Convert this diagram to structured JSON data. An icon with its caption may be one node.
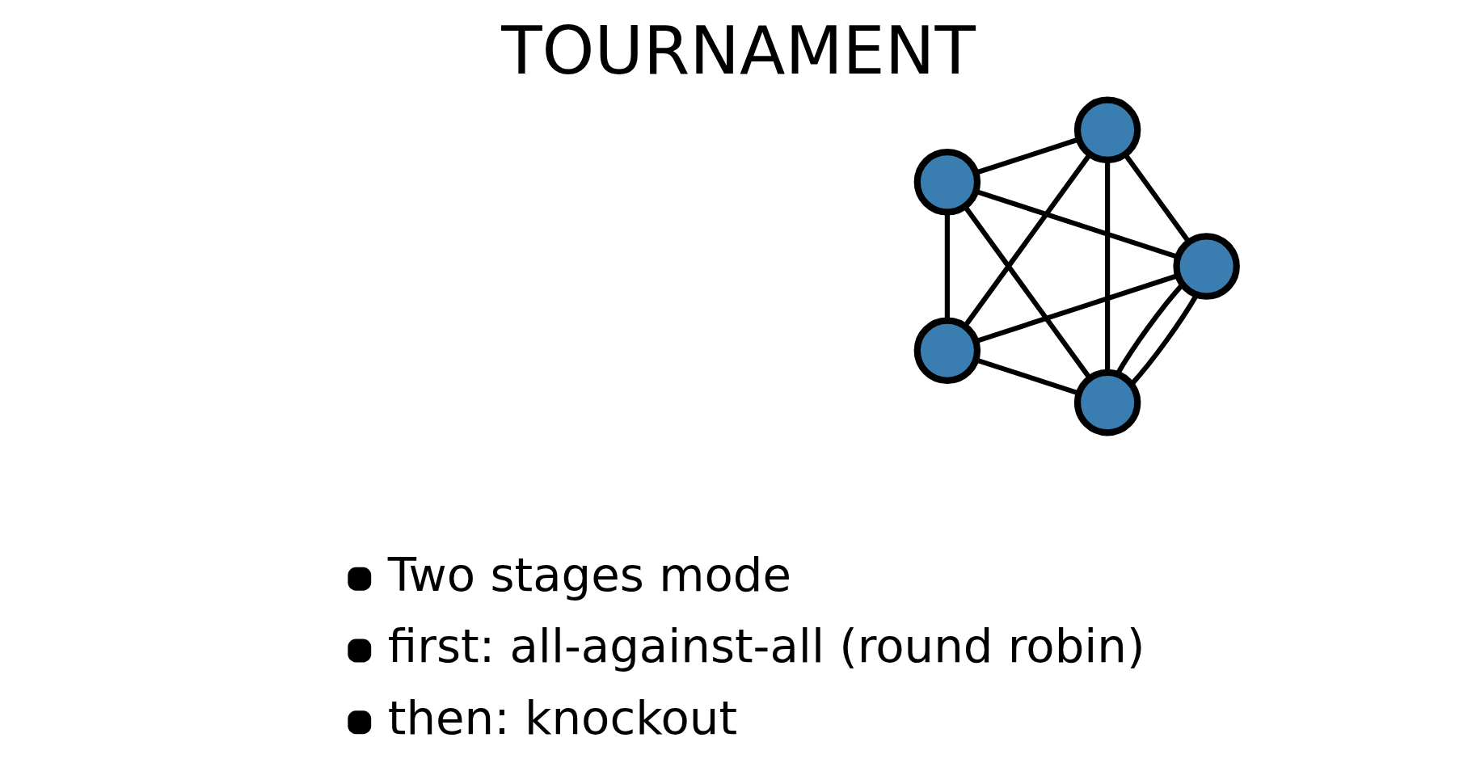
{
  "diagram": {
    "title": "TOURNAMENT",
    "nodes": [
      {
        "text": [],
        "shape": "circle"
      },
      {
        "text": [],
        "shape": "circle"
      },
      {
        "text": [],
        "shape": "circle"
      },
      {
        "text": [],
        "shape": "circle"
      },
      {
        "text": [],
        "shape": "circle"
      }
    ],
    "edges": [
      {
        "from": 0,
        "to": 1,
        "arrow": "none"
      },
      {
        "from": 0,
        "to": 1,
        "arrow": "none"
      },
      {
        "from": 0,
        "to": 2,
        "arrow": "none"
      },
      {
        "from": 0,
        "to": 3,
        "arrow": "none"
      },
      {
        "from": 0,
        "to": 4,
        "arrow": "none"
      },
      {
        "from": 2,
        "to": 1,
        "arrow": "none"
      },
      {
        "from": 1,
        "to": 3,
        "arrow": "none"
      },
      {
        "from": 1,
        "to": 4,
        "arrow": "none"
      },
      {
        "from": 2,
        "to": 3,
        "arrow": "none"
      },
      {
        "from": 2,
        "to": 4,
        "arrow": "none"
      },
      {
        "from": 3,
        "to": 4,
        "arrow": "none"
      }
    ],
    "labels": [
      "Two stages mode",
      "first: all-against-all (round robin)",
      "then: knockout"
    ]
  }
}
